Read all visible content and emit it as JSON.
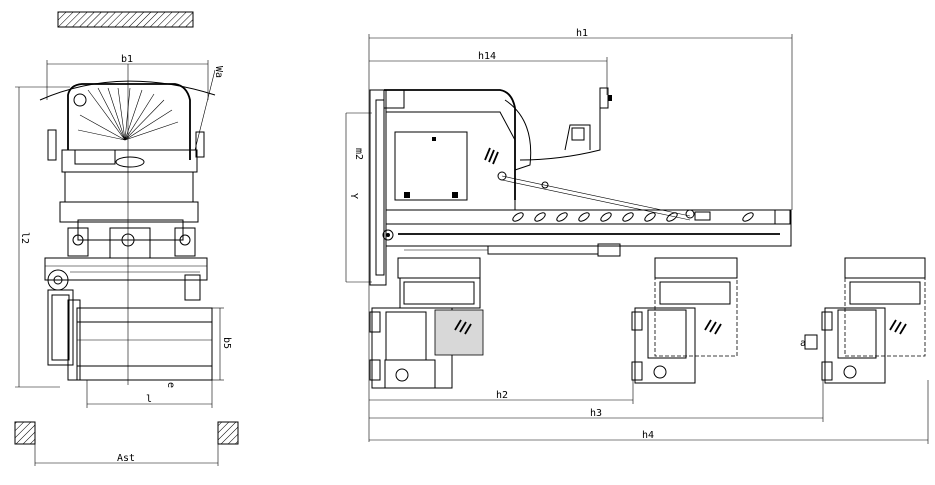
{
  "labels": {
    "b1": "b1",
    "wa": "Wa",
    "l2": "l2",
    "b5": "b5",
    "e": "e",
    "l": "l",
    "ast": "Ast",
    "h1": "h1",
    "h14": "h14",
    "m2": "m2",
    "y": "Y",
    "h2": "h2",
    "h3": "h3",
    "h4": "h4",
    "a": "a"
  }
}
